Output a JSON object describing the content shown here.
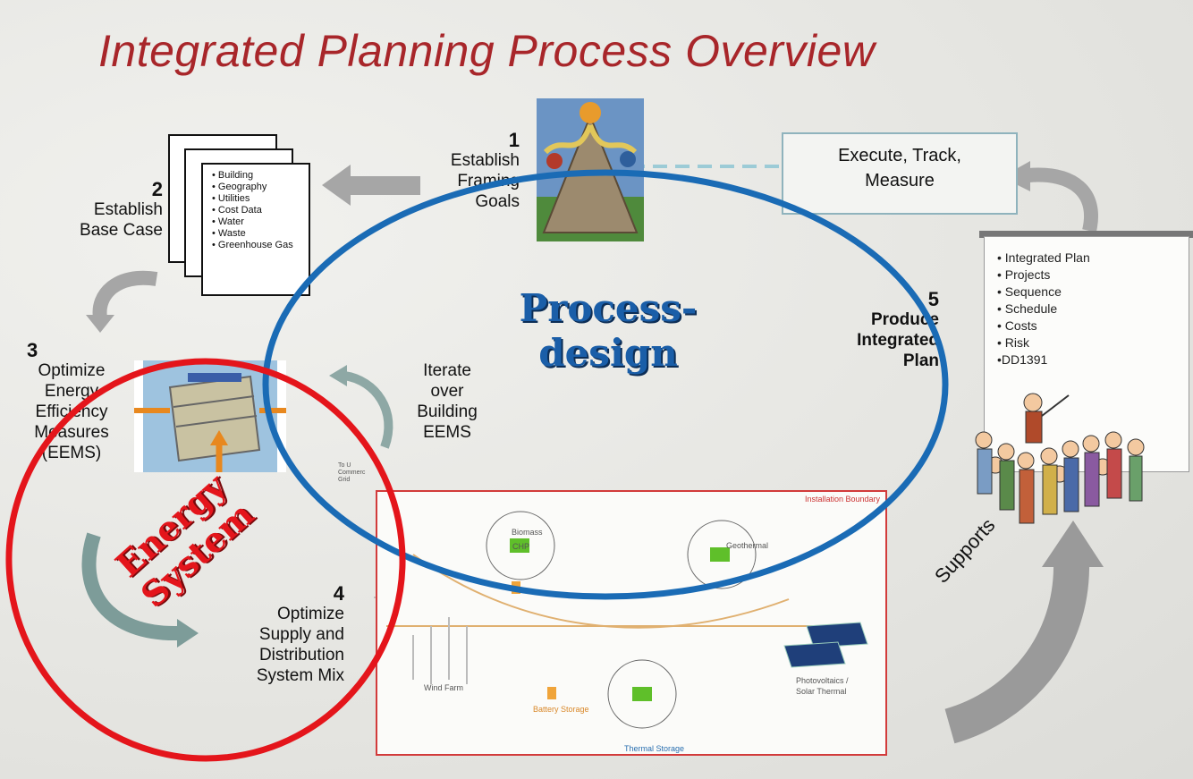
{
  "title": "Integrated Planning Process Overview",
  "step1": {
    "number": "1",
    "line1": "Establish",
    "line2": "Framing",
    "line3": "Goals"
  },
  "step2": {
    "number": "2",
    "line1": "Establish",
    "line2": "Base Case",
    "items": [
      "Building",
      "Geography",
      "Utilities",
      "Cost Data",
      "Water",
      "Waste",
      "Greenhouse Gas"
    ]
  },
  "step3": {
    "number": "3",
    "line1": "Optimize",
    "line2": "Energy",
    "line3": "Efficiency",
    "line4": "Measures",
    "line5": "(EEMS)"
  },
  "step4": {
    "number": "4",
    "line1": "Optimize",
    "line2": "Supply and",
    "line3": "Distribution",
    "line4": "System Mix"
  },
  "step5": {
    "number": "5",
    "line1": "Produce",
    "line2": "Integrated",
    "line3": "Plan"
  },
  "execute": {
    "line1": "Execute, Track,",
    "line2": "Measure"
  },
  "iterate": {
    "line1": "Iterate",
    "line2": "over",
    "line3": "Building",
    "line4": "EEMS"
  },
  "plan_board": {
    "items": [
      "Integrated Plan",
      "Projects",
      "Sequence",
      "Schedule",
      "Costs",
      "Risk",
      "DD1391"
    ]
  },
  "supports": "Supports",
  "overlay_blue": {
    "line1": "Process-",
    "line2": "design"
  },
  "overlay_red": {
    "line1": "Energy",
    "line2": "System"
  },
  "map": {
    "boundary": "Installation Boundary",
    "wind_farm": "Wind Farm",
    "battery": "Battery Storage",
    "pv": "Photovoltaics /",
    "pv2": "Solar Thermal",
    "thermal": "Thermal Storage",
    "geothermal": "Geothermal",
    "chp": "CHP",
    "biomass": "Biomass",
    "grid1": "To U",
    "grid2": "Commerc",
    "grid3": "Grid"
  },
  "colors": {
    "title": "#a8262a",
    "blue_ellipse": "#1a6bb5",
    "red_ellipse": "#e4151b",
    "arrow_gray": "#9a9a9a"
  }
}
